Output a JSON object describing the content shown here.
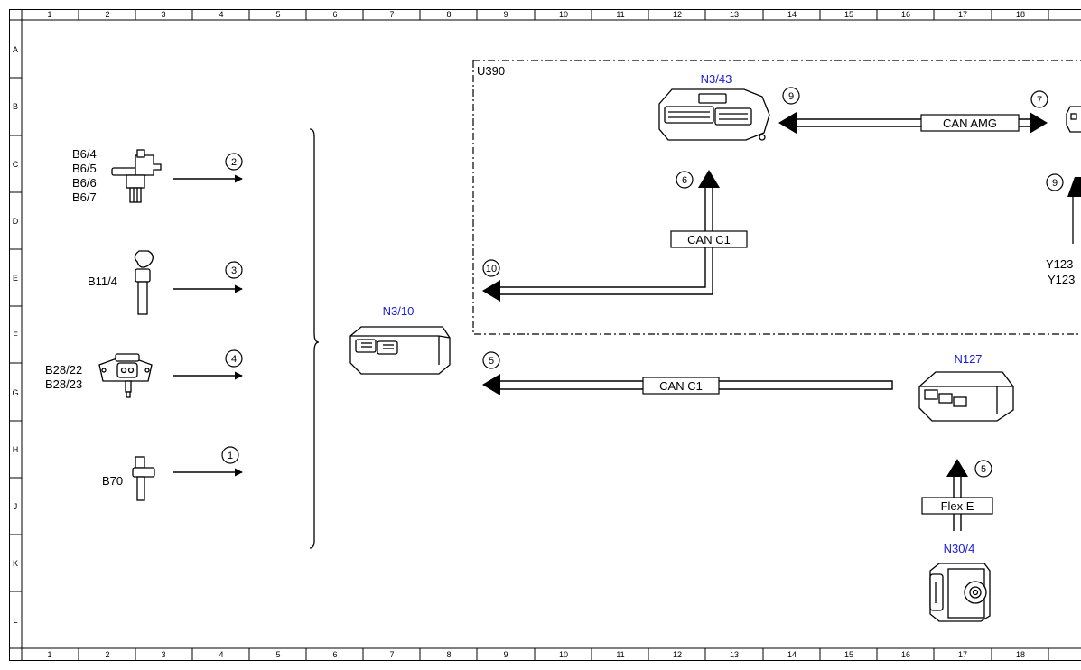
{
  "grid": {
    "columns": [
      "1",
      "2",
      "3",
      "4",
      "5",
      "6",
      "7",
      "8",
      "9",
      "10",
      "11",
      "12",
      "13",
      "14",
      "15",
      "16",
      "17",
      "18"
    ],
    "rows": [
      "A",
      "B",
      "C",
      "D",
      "E",
      "F",
      "G",
      "H",
      "J",
      "K",
      "L"
    ]
  },
  "components": {
    "b6": [
      "B6/4",
      "B6/5",
      "B6/6",
      "B6/7"
    ],
    "b11": "B11/4",
    "b28": [
      "B28/22",
      "B28/23"
    ],
    "b70": "B70",
    "n3_10": "N3/10",
    "n3_43": "N3/43",
    "n127": "N127",
    "n30_4": "N30/4",
    "u390": "U390",
    "y123": [
      "Y123",
      "Y123"
    ]
  },
  "callouts": {
    "b6": "2",
    "b11": "3",
    "b28": "4",
    "b70": "1",
    "can_c1_left": "5",
    "can_c1_up": "6",
    "can_amg_left": "9",
    "can_amg_right": "7",
    "right_edge": "9",
    "u390_left": "10",
    "flex_e": "5"
  },
  "buses": {
    "can_amg": "CAN AMG",
    "can_c1_upper": "CAN C1",
    "can_c1_lower": "CAN C1",
    "flex_e": "Flex E"
  },
  "colors": {
    "component_label": "#1a1adb",
    "line": "#000000"
  }
}
